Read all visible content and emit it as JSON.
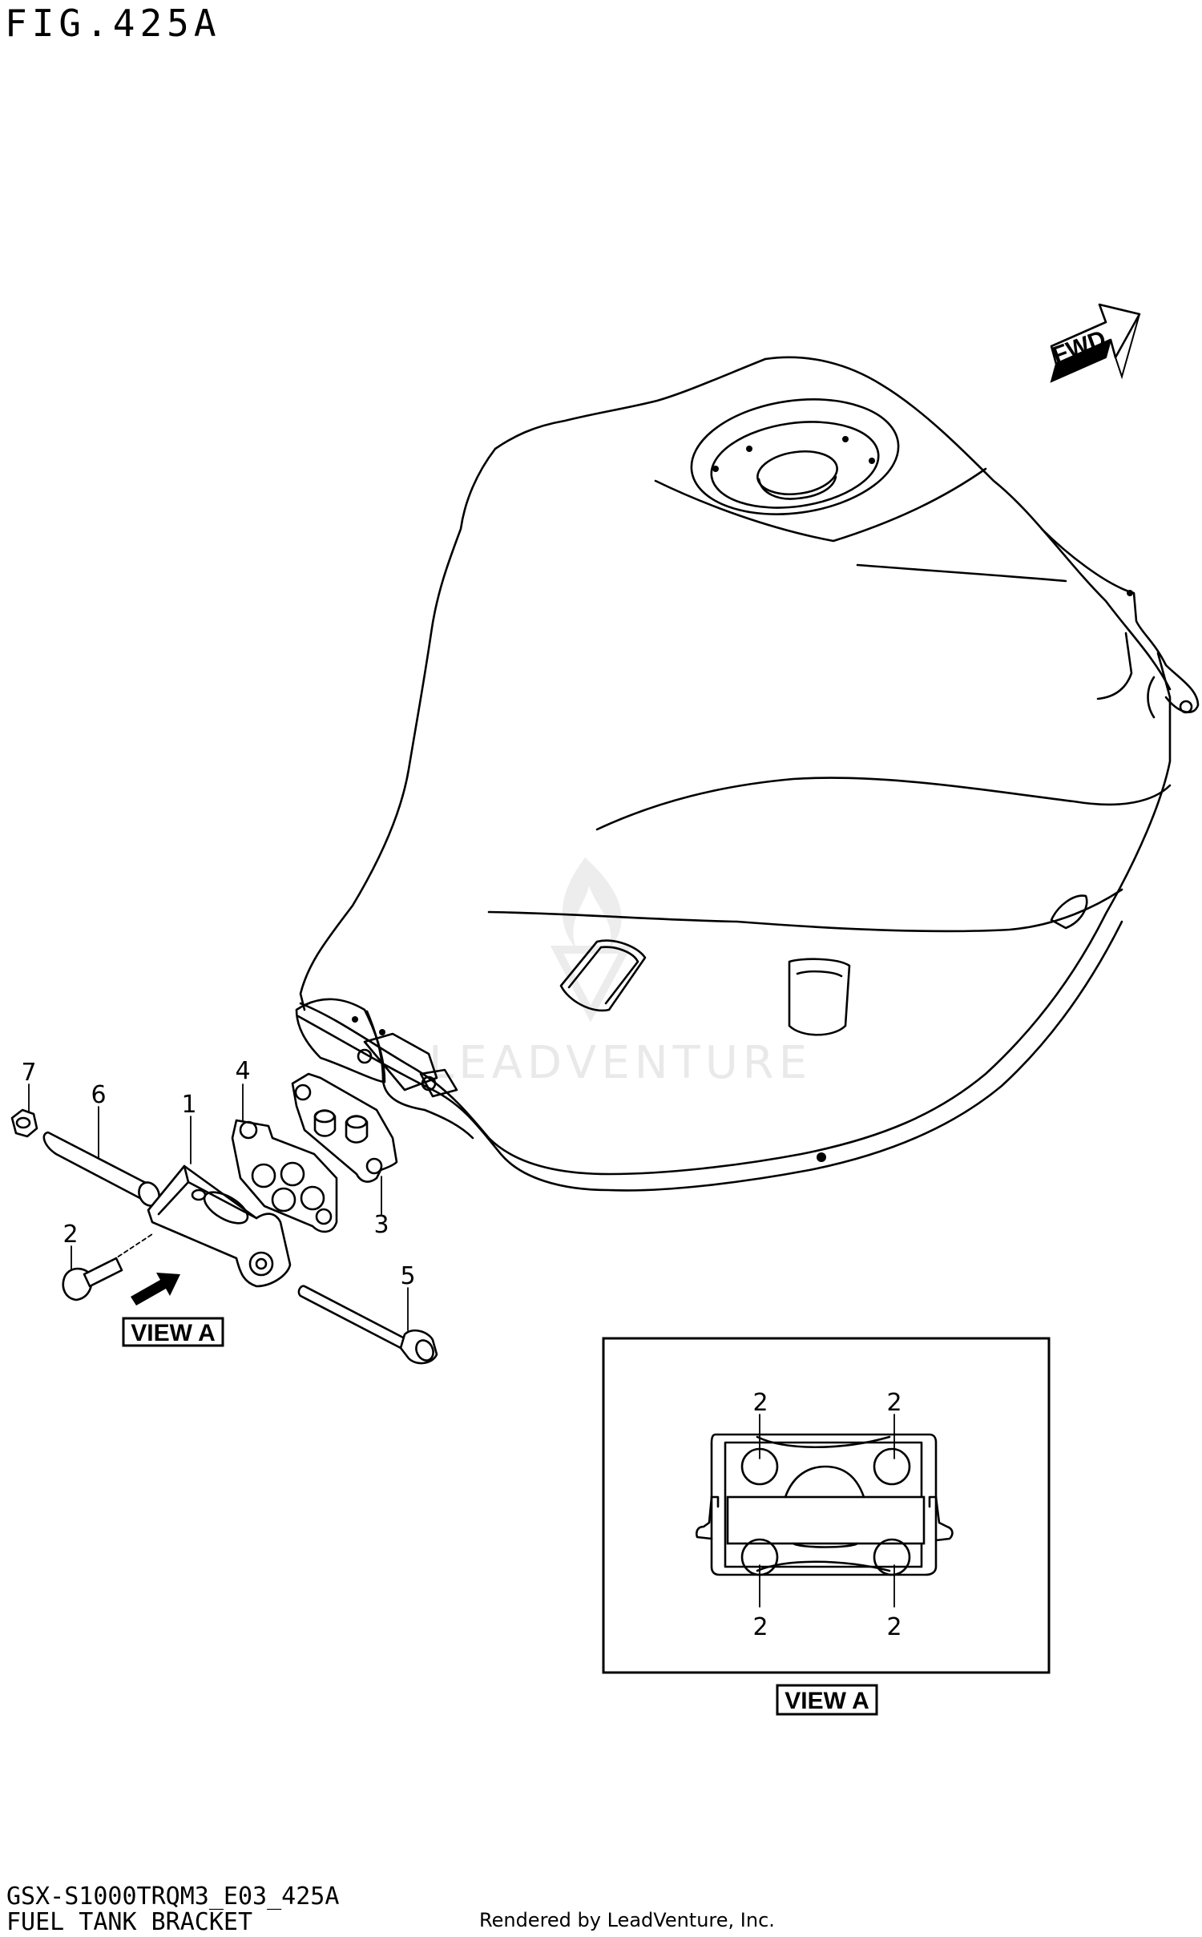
{
  "figure": {
    "title": "FIG.425A",
    "code": "GSX-S1000TRQM3_E03_425A",
    "name": "FUEL TANK BRACKET",
    "rendered_by": "Rendered by LeadVenture, Inc."
  },
  "watermark": {
    "text": "LEADVENTURE"
  },
  "direction_badge": {
    "label": "FWD",
    "icon": "forward-arrow-icon"
  },
  "view_labels": {
    "arrow_label": "VIEW A",
    "detail_label": "VIEW A"
  },
  "callouts": [
    {
      "id": "c1",
      "label": "1"
    },
    {
      "id": "c2",
      "label": "2"
    },
    {
      "id": "c3",
      "label": "3"
    },
    {
      "id": "c4",
      "label": "4"
    },
    {
      "id": "c5",
      "label": "5"
    },
    {
      "id": "c6",
      "label": "6"
    },
    {
      "id": "c7",
      "label": "7"
    }
  ],
  "detail_callouts": [
    "2",
    "2",
    "2",
    "2"
  ]
}
